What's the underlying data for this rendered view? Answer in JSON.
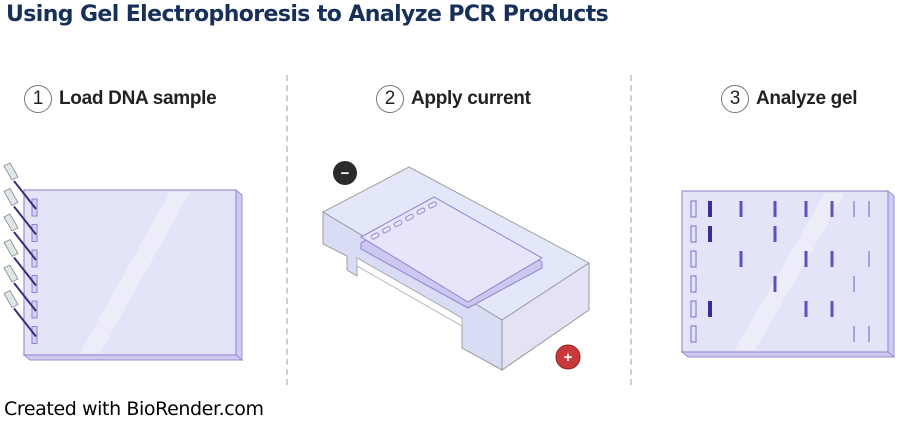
{
  "title": "Using Gel Electrophoresis to Analyze PCR Products",
  "steps": [
    {
      "number": "1",
      "label": "Load DNA sample"
    },
    {
      "number": "2",
      "label": "Apply current"
    },
    {
      "number": "3",
      "label": "Analyze gel"
    }
  ],
  "electrodes": {
    "negative": "−",
    "positive": "+"
  },
  "credit": "Created with BioRender.com",
  "colors": {
    "title": "#17305a",
    "gel": "#e4e4f8",
    "gel_edge": "#9a8fd0",
    "band": "#4a3aa8",
    "negative": "#2b2b2b",
    "positive": "#c9383a"
  },
  "gel_bands": [
    [
      "dark",
      "mid",
      "mid",
      "mid",
      "mid",
      "light",
      "light"
    ],
    [
      "dark",
      "",
      "mid",
      "",
      "",
      "",
      ""
    ],
    [
      "",
      "mid",
      "",
      "mid",
      "mid",
      "",
      "light"
    ],
    [
      "",
      "",
      "mid",
      "",
      "",
      "light",
      ""
    ],
    [
      "dark",
      "",
      "",
      "mid",
      "mid",
      "",
      ""
    ],
    [
      "",
      "",
      "",
      "",
      "",
      "light",
      "light"
    ]
  ]
}
